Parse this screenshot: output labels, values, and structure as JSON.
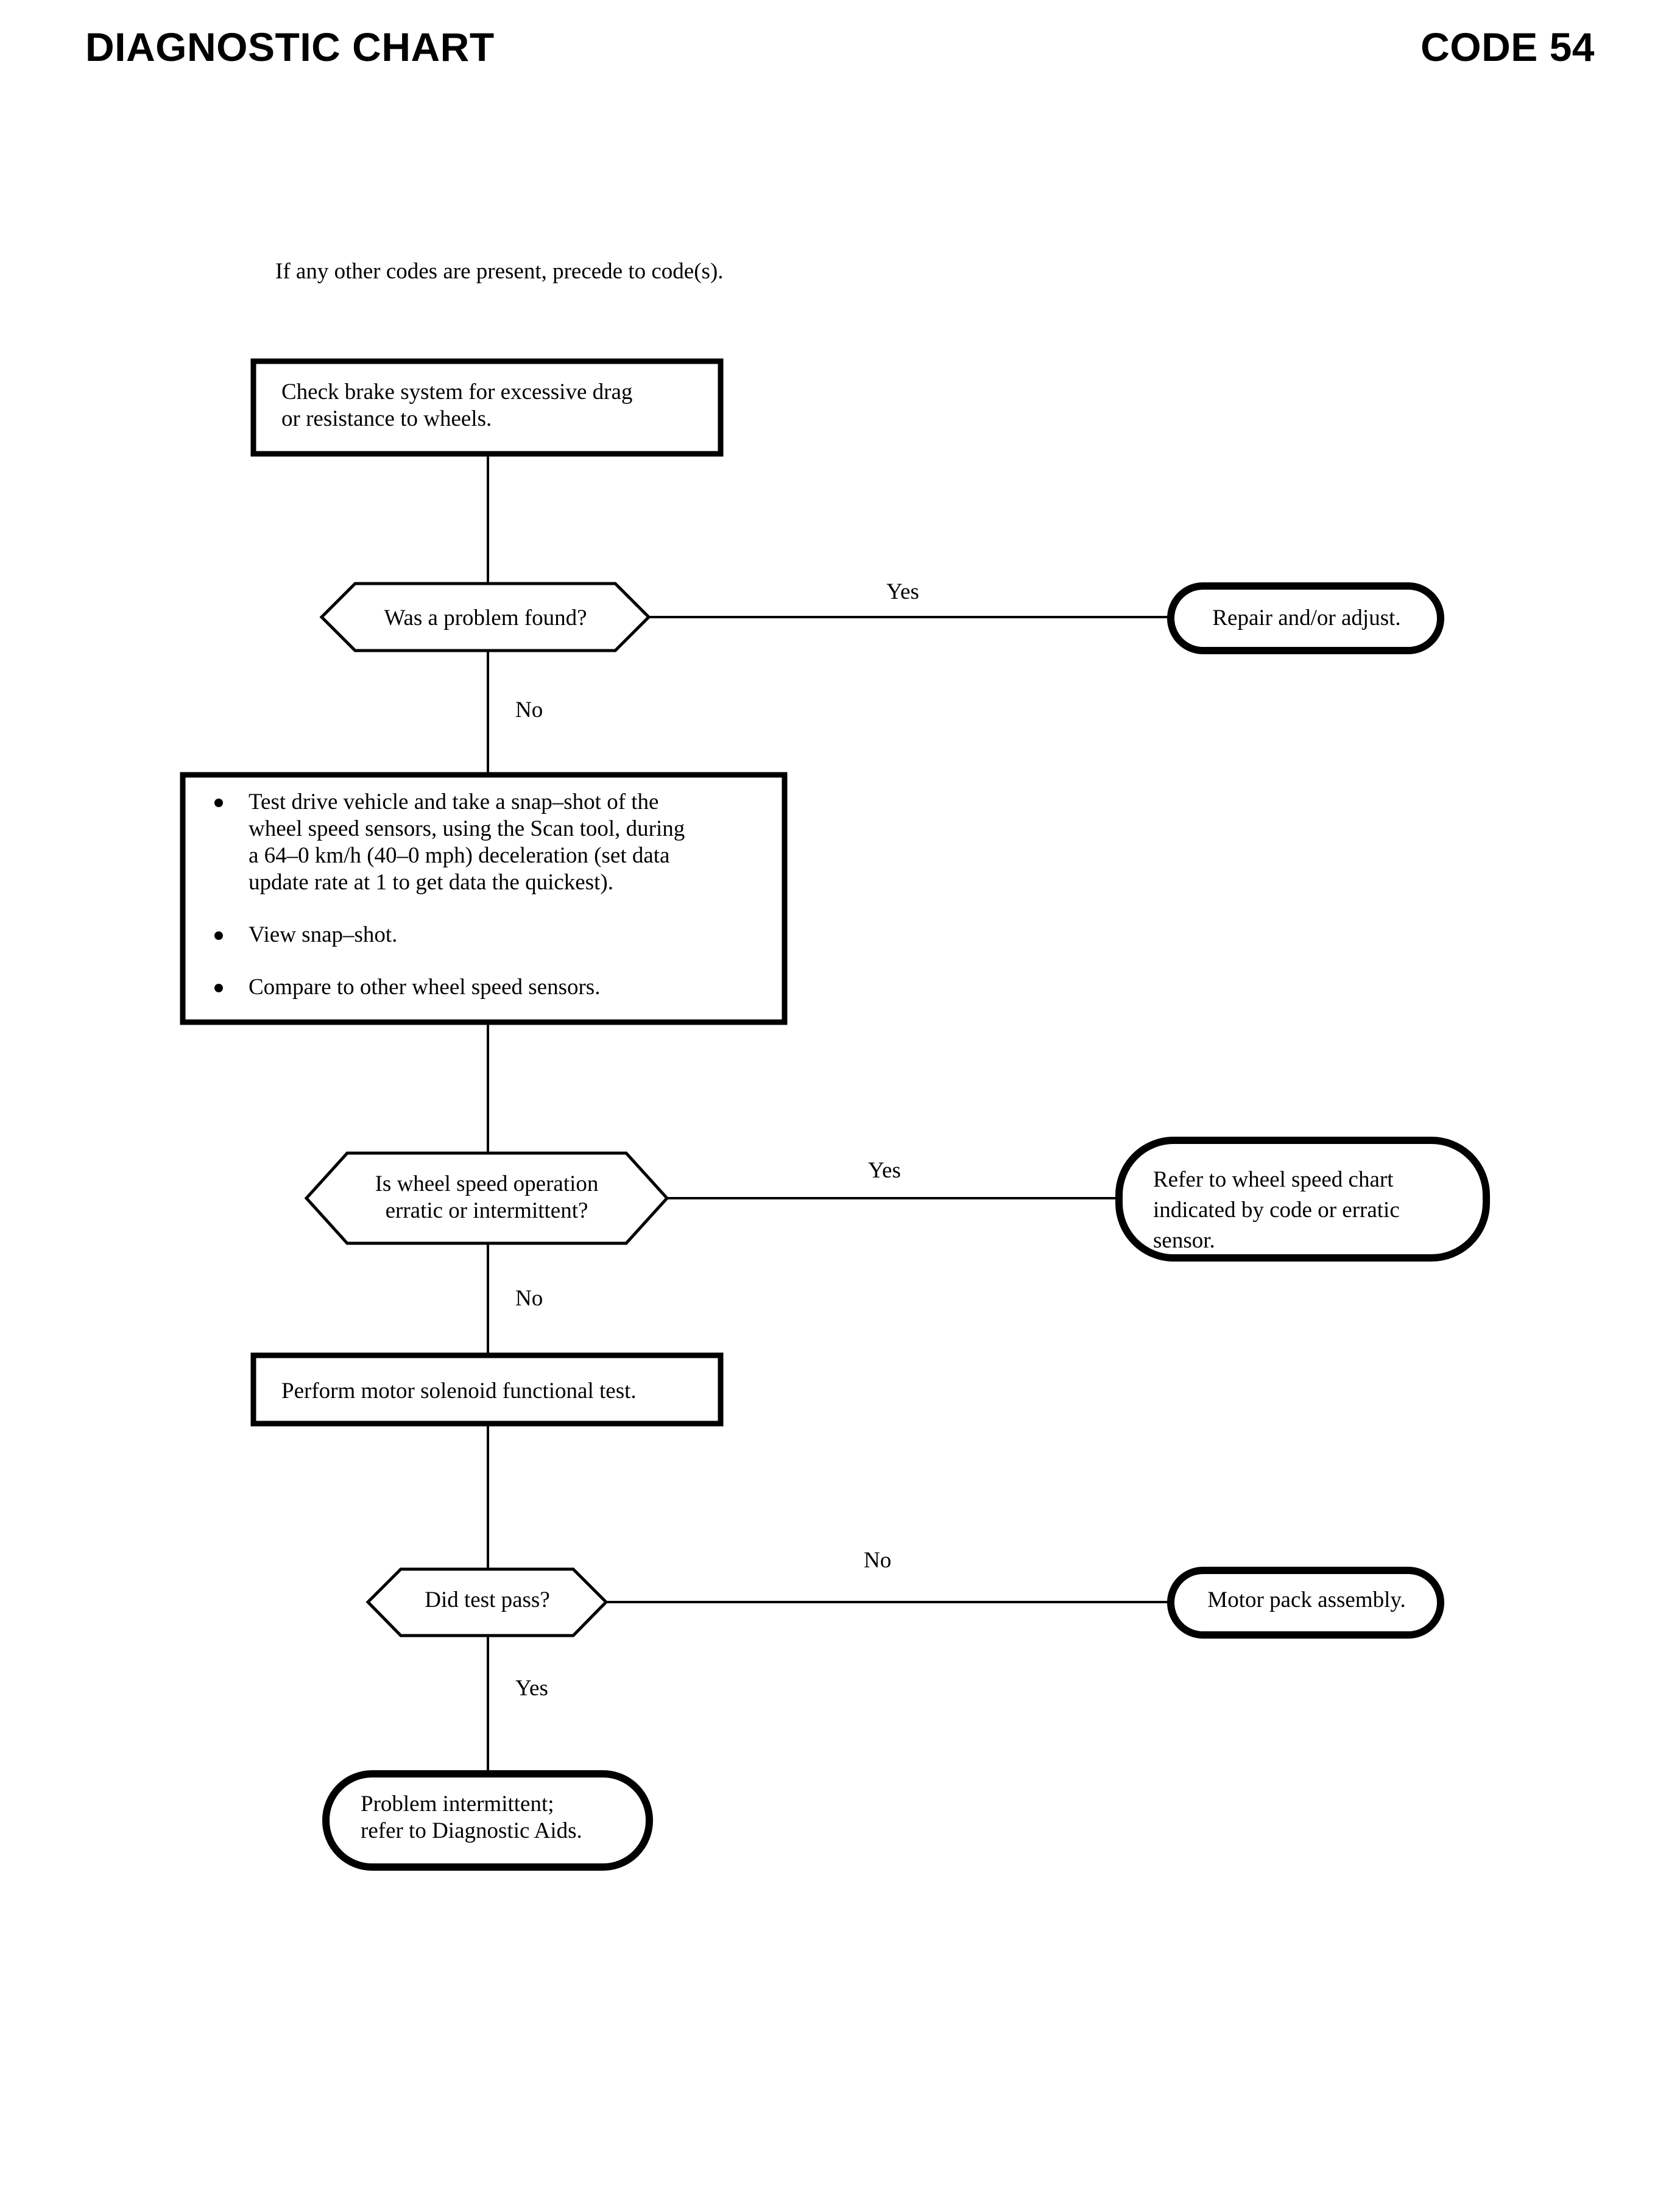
{
  "header": {
    "title": "DIAGNOSTIC CHART",
    "code": "CODE 54"
  },
  "colors": {
    "ink": "#000000",
    "paper": "#ffffff"
  },
  "flowchart": {
    "note": "If any other codes are present, precede to code(s).",
    "process_1": "Check brake system for excessive drag\nor resistance to wheels.",
    "decision_1": "Was a problem found?",
    "decision_1_yes_label": "Yes",
    "decision_1_no_label": "No",
    "terminal_1": "Repair and/or adjust.",
    "bullets": [
      "Test drive vehicle and take a snap–shot of the\nwheel speed sensors, using the Scan tool, during\na 64–0 km/h (40–0 mph) deceleration (set data\nupdate rate at 1 to get data the quickest).",
      "View snap–shot.",
      "Compare to other wheel speed sensors."
    ],
    "decision_2": "Is wheel speed operation\nerratic or intermittent?",
    "decision_2_yes_label": "Yes",
    "decision_2_no_label": "No",
    "terminal_2": "Refer to wheel speed chart\nindicated by code or erratic\nsensor.",
    "process_2": "Perform motor solenoid functional test.",
    "decision_3": "Did test pass?",
    "decision_3_no_label": "No",
    "decision_3_yes_label": "Yes",
    "terminal_3": "Motor pack assembly.",
    "terminal_4": "Problem intermittent;\nrefer to Diagnostic Aids."
  }
}
